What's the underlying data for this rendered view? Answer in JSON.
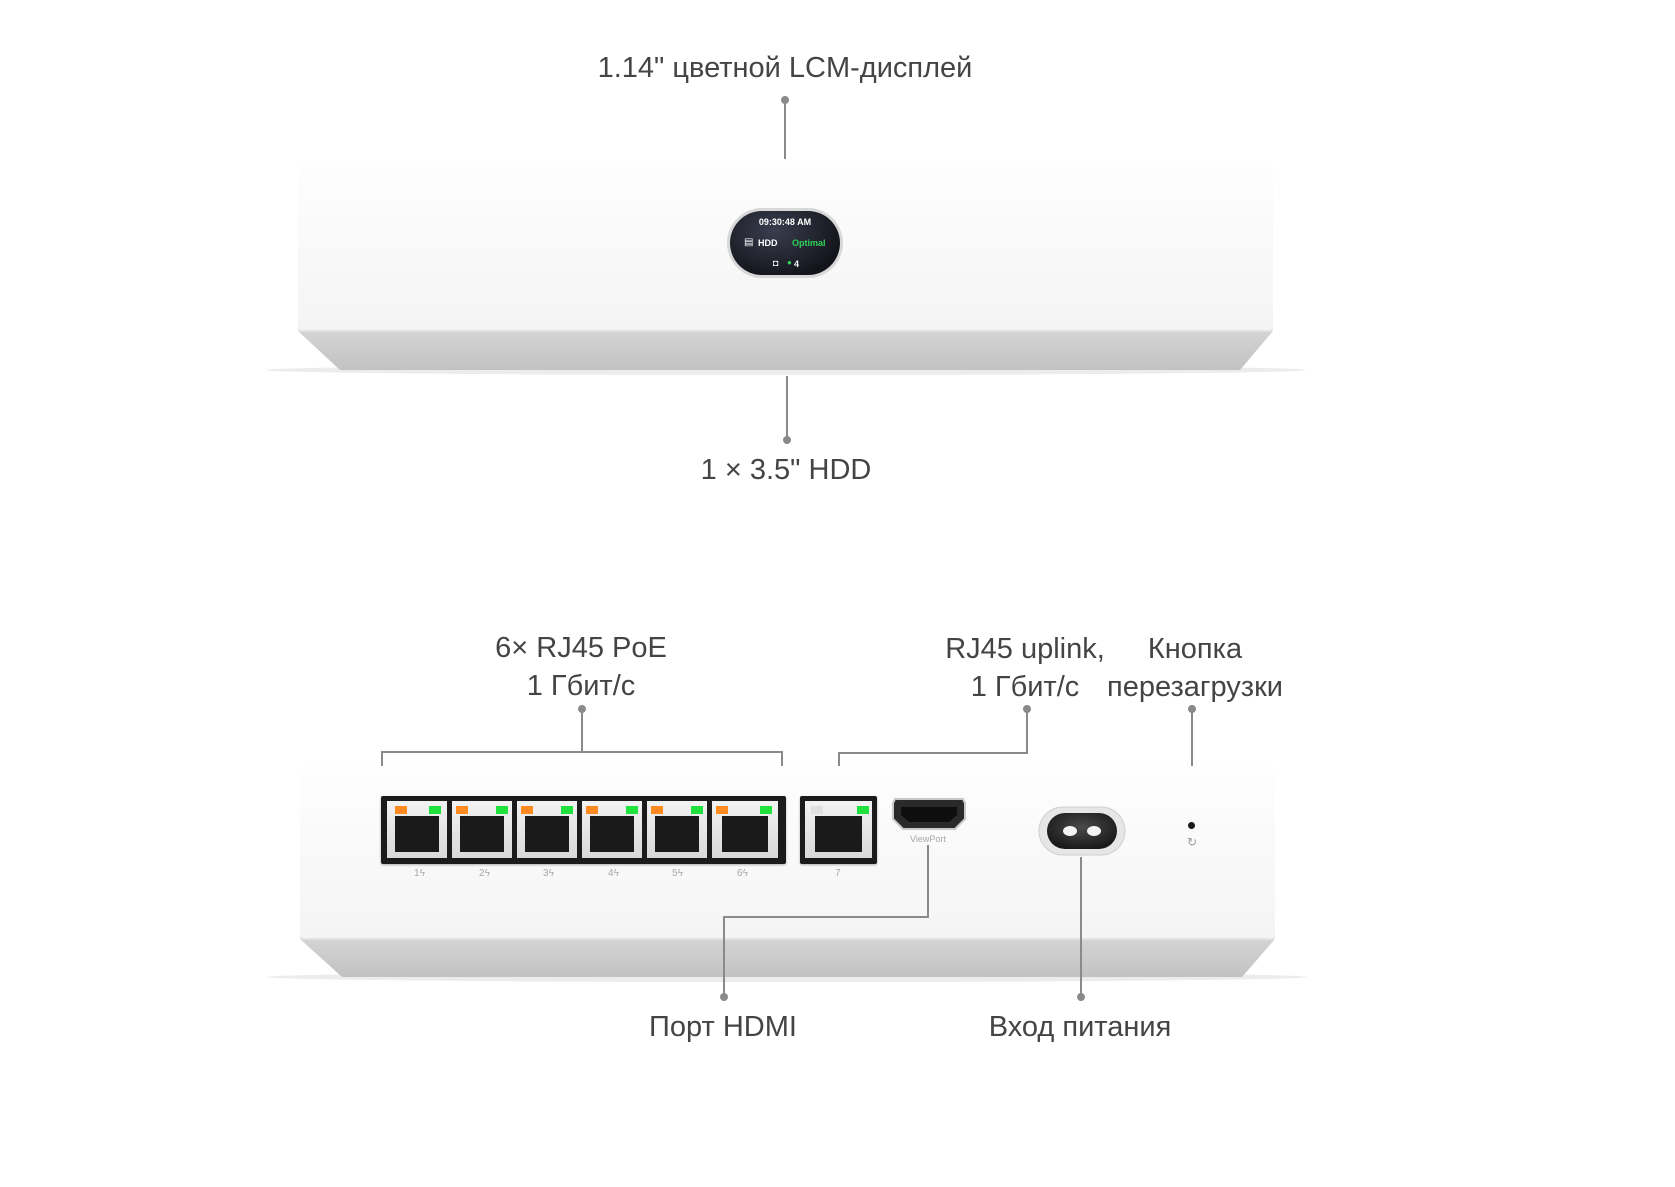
{
  "top_view": {
    "display_label": "1.14\" цветной LCM-дисплей",
    "hdd_label": "1 × 3.5\" HDD",
    "screen": {
      "time": "09:30:48 AM",
      "drive_label": "HDD",
      "status": "Optimal",
      "camera_count": "4"
    }
  },
  "rear_view": {
    "poe_ports_label_line1": "6× RJ45 PoE",
    "poe_ports_label_line2": "1 Гбит/с",
    "uplink_label_line1": "RJ45 uplink,",
    "uplink_label_line2": "1 Гбит/с",
    "reset_label_line1": "Кнопка",
    "reset_label_line2": "перезагрузки",
    "hdmi_label": "Порт HDMI",
    "power_label": "Вход питания",
    "port_numbers": [
      "1",
      "2",
      "3",
      "4",
      "5",
      "6"
    ],
    "poe_mark": "ϟ",
    "uplink_port_number": "7",
    "hdmi_port_text": "ViewPort",
    "reset_icon_glyph": "↻"
  },
  "colors": {
    "led_orange": "#ff8a1f",
    "led_green": "#1fe23c",
    "status_green": "#2fd35a",
    "leader_line": "#8a8a8a"
  }
}
